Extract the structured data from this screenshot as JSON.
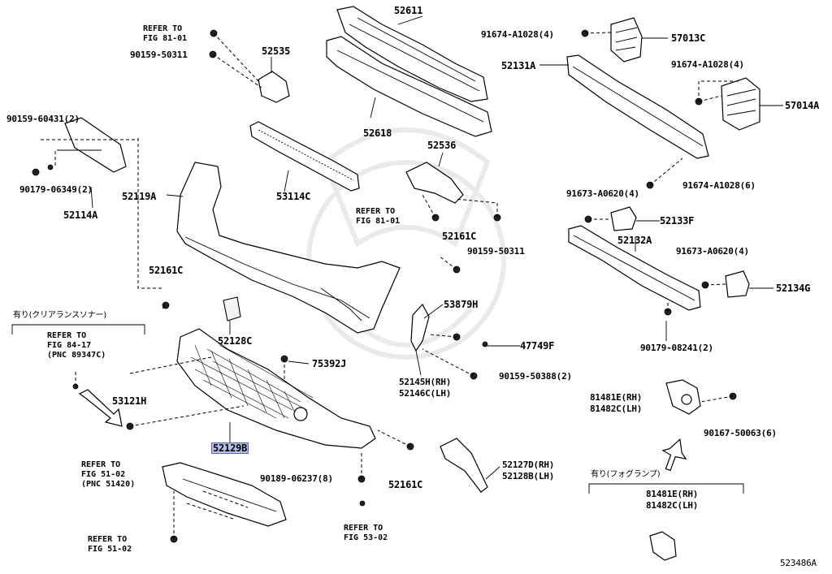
{
  "diagram_code": "523486A",
  "highlighted_part": "52129B",
  "parts": [
    {
      "id": "52611",
      "text": "52611"
    },
    {
      "id": "52618",
      "text": "52618"
    },
    {
      "id": "52535",
      "text": "52535"
    },
    {
      "id": "52536",
      "text": "52536"
    },
    {
      "id": "57013C",
      "text": "57013C"
    },
    {
      "id": "57014A",
      "text": "57014A"
    },
    {
      "id": "52131A",
      "text": "52131A"
    },
    {
      "id": "52132A",
      "text": "52132A"
    },
    {
      "id": "52133F",
      "text": "52133F"
    },
    {
      "id": "52134G",
      "text": "52134G"
    },
    {
      "id": "53114C",
      "text": "53114C"
    },
    {
      "id": "52119A",
      "text": "52119A"
    },
    {
      "id": "52114A",
      "text": "52114A"
    },
    {
      "id": "52161C_a",
      "text": "52161C"
    },
    {
      "id": "52161C_b",
      "text": "52161C"
    },
    {
      "id": "52161C_c",
      "text": "52161C"
    },
    {
      "id": "52128C",
      "text": "52128C"
    },
    {
      "id": "53879H",
      "text": "53879H"
    },
    {
      "id": "47749F",
      "text": "47749F"
    },
    {
      "id": "75392J",
      "text": "75392J"
    },
    {
      "id": "52145H",
      "text": "52145H(RH)"
    },
    {
      "id": "52146C",
      "text": "52146C(LH)"
    },
    {
      "id": "53121H",
      "text": "53121H"
    },
    {
      "id": "52129B",
      "text": "52129B"
    },
    {
      "id": "52127D",
      "text": "52127D(RH)"
    },
    {
      "id": "52128B",
      "text": "52128B(LH)"
    },
    {
      "id": "81481E_a",
      "text": "81481E(RH)"
    },
    {
      "id": "81482C_a",
      "text": "81482C(LH)"
    },
    {
      "id": "81481E_b",
      "text": "81481E(RH)"
    },
    {
      "id": "81482C_b",
      "text": "81482C(LH)"
    }
  ],
  "fasteners": [
    {
      "id": "f1",
      "text": "91674-A1028(4)"
    },
    {
      "id": "f2",
      "text": "91674-A1028(4)"
    },
    {
      "id": "f3",
      "text": "91674-A1028(6)"
    },
    {
      "id": "f4",
      "text": "90159-50311"
    },
    {
      "id": "f5",
      "text": "90159-60431(2)"
    },
    {
      "id": "f6",
      "text": "90179-06349(2)"
    },
    {
      "id": "f7",
      "text": "91673-A0620(4)"
    },
    {
      "id": "f8",
      "text": "91673-A0620(4)"
    },
    {
      "id": "f9",
      "text": "90159-50311"
    },
    {
      "id": "f10",
      "text": "90179-08241(2)"
    },
    {
      "id": "f11",
      "text": "90159-50388(2)"
    },
    {
      "id": "f12",
      "text": "90167-50063(6)"
    },
    {
      "id": "f13",
      "text": "90189-06237(8)"
    }
  ],
  "references": [
    {
      "id": "r1",
      "lines": [
        "REFER TO",
        "FIG 81-01"
      ]
    },
    {
      "id": "r2",
      "lines": [
        "REFER TO",
        "FIG 81-01"
      ]
    },
    {
      "id": "r3",
      "lines": [
        "REFER TO",
        "FIG 84-17",
        "(PNC 89347C)"
      ]
    },
    {
      "id": "r4",
      "lines": [
        "REFER TO",
        "FIG 51-02",
        "(PNC 51420)"
      ]
    },
    {
      "id": "r5",
      "lines": [
        "REFER TO",
        "FIG 51-02"
      ]
    },
    {
      "id": "r6",
      "lines": [
        "REFER TO",
        "FIG 53-02"
      ]
    }
  ],
  "notes": [
    {
      "id": "n1",
      "text": "有り(クリアランスソナー)"
    },
    {
      "id": "n2",
      "text": "有り(フォグランプ)"
    }
  ]
}
